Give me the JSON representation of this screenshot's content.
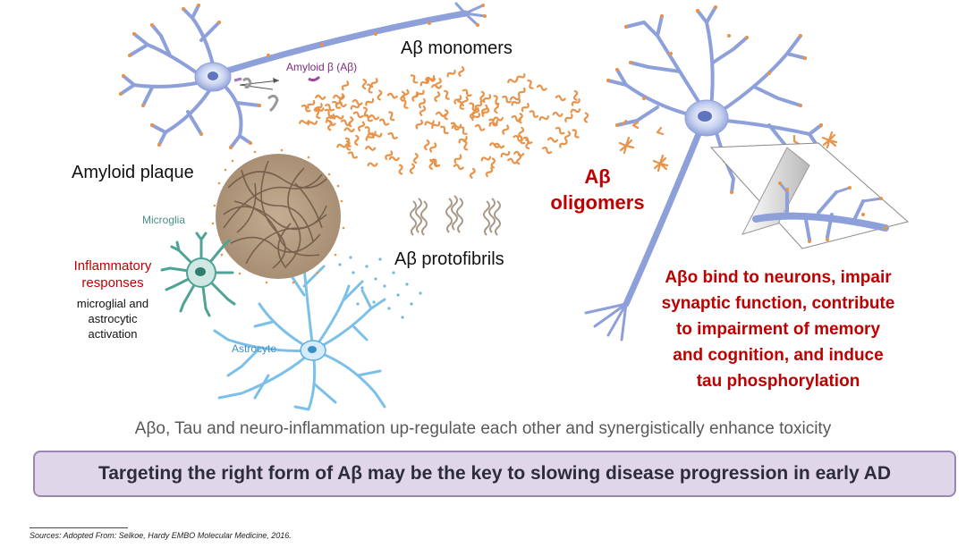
{
  "labels": {
    "amyloid_beta": "Amyloid β (Aβ)",
    "monomers": "Aβ monomers",
    "plaque": "Amyloid plaque",
    "microglia": "Microglia",
    "inflammatory_line1": "Inflammatory",
    "inflammatory_line2": "responses",
    "activation_line1": "microglial and",
    "activation_line2": "astrocytic",
    "activation_line3": "activation",
    "astrocyte": "Astrocyte",
    "protofibrils": "Aβ protofibrils",
    "oligomers_line1": "Aβ",
    "oligomers_line2": "oligomers",
    "effect_line1": "Aβo bind to neurons, impair",
    "effect_line2": "synaptic function, contribute",
    "effect_line3": "to impairment of memory",
    "effect_line4": "and cognition, and induce",
    "effect_line5": "tau phosphorylation"
  },
  "summary": "Aβo, Tau and neuro-inflammation up-regulate each other and synergistically enhance toxicity",
  "key_message": "Targeting the right form of Aβ may be the key to slowing disease progression in early AD",
  "source": "Sources: Adopted From: Selkoe, Hardy EMBO Molecular Medicine, 2016.",
  "colors": {
    "neuron": "#8ea0da",
    "neuron_dark": "#5f73bf",
    "monomer": "#e8934a",
    "plaque": "#a88f74",
    "microglia": "#4fa394",
    "astrocyte": "#5aaee0",
    "red_text": "#c00000",
    "box_fill": "#e0d6ea",
    "box_border": "#9a86b3"
  }
}
